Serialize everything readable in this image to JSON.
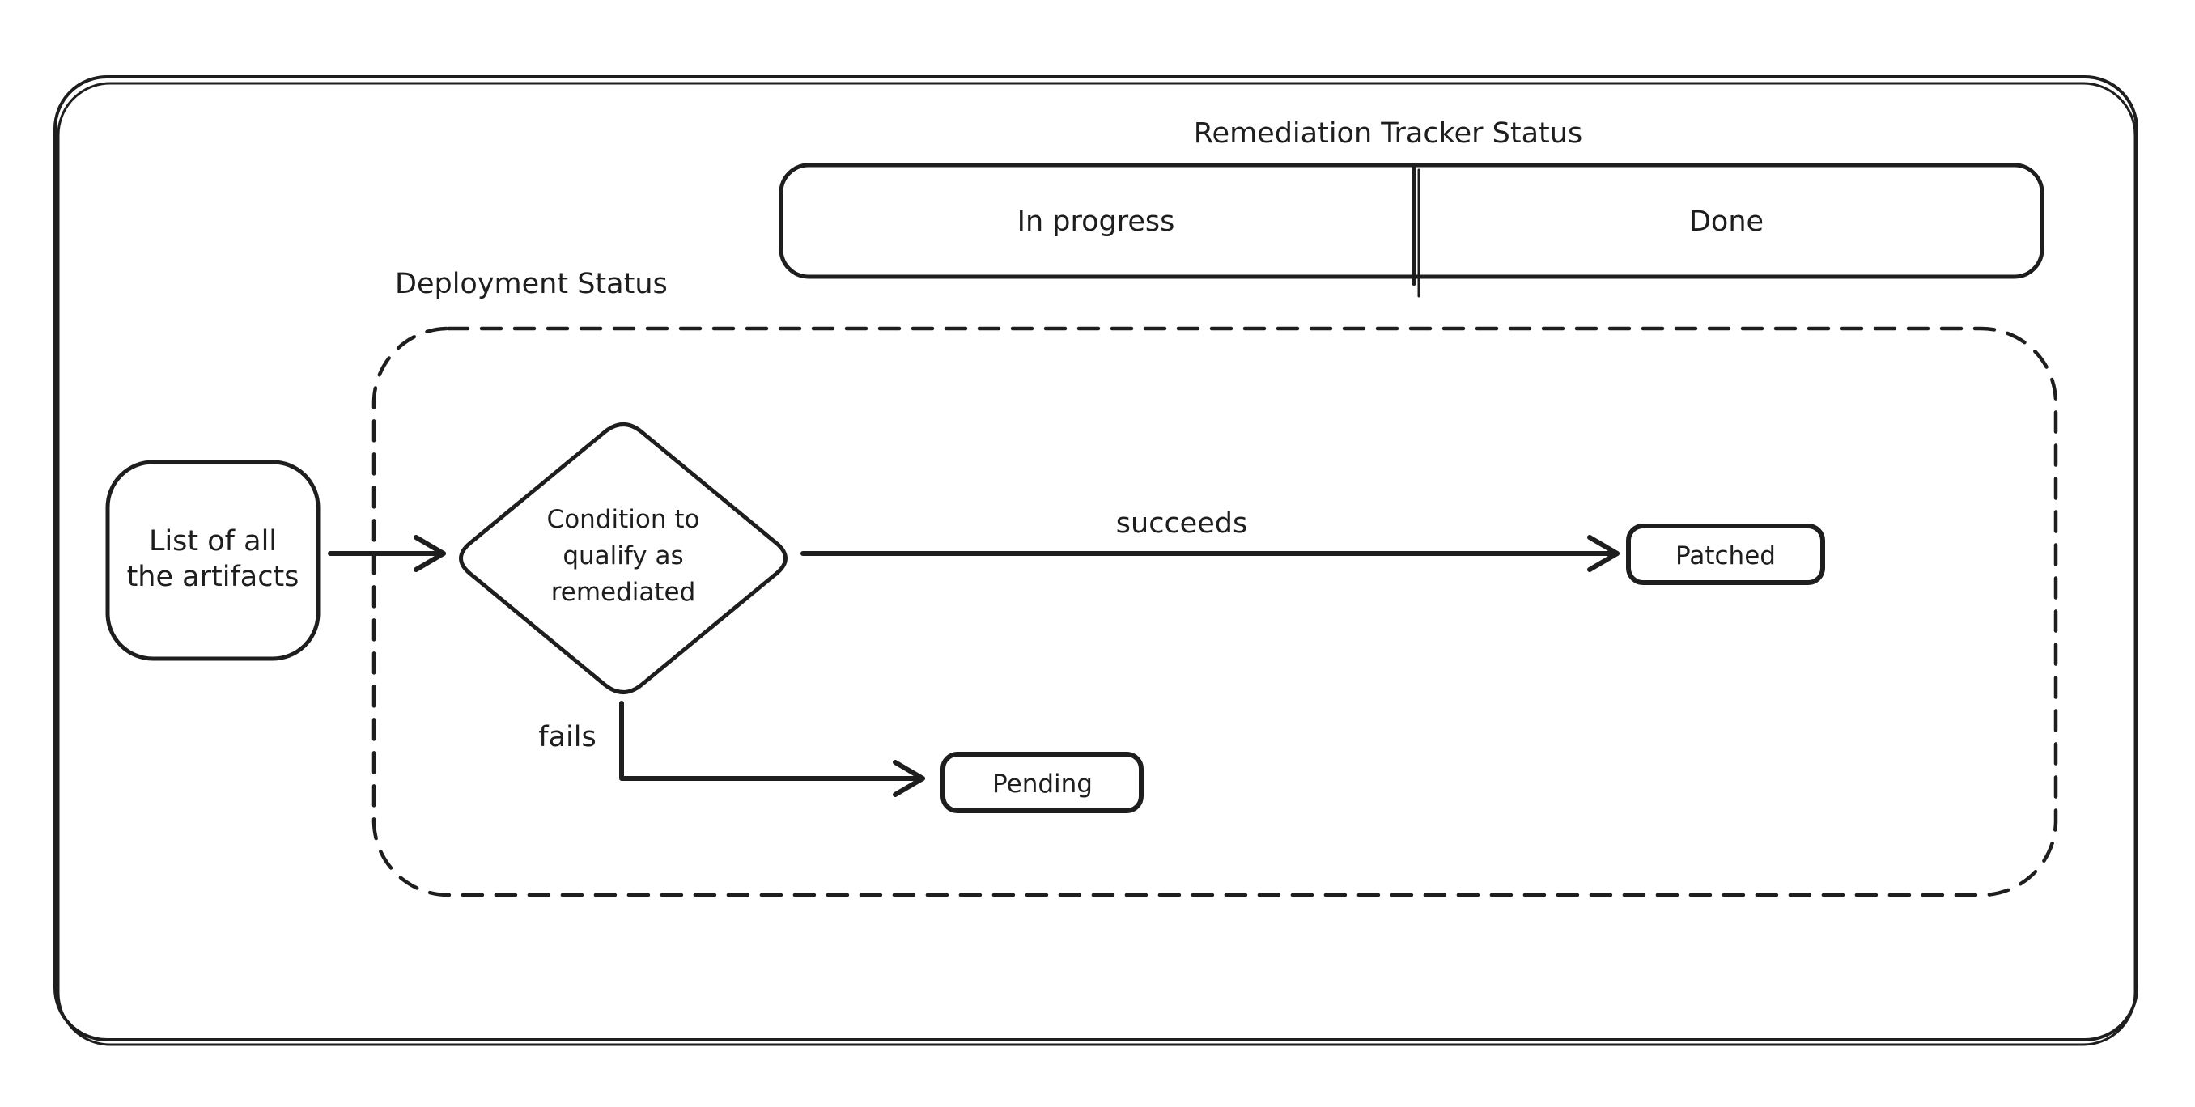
{
  "canvas": {
    "background": "#ffffff",
    "stroke_color": "#1e1e1e"
  },
  "title": "Remediation Tracker Status",
  "tracker_bar": {
    "cells": [
      {
        "label": "In progress"
      },
      {
        "label": "Done"
      }
    ]
  },
  "deployment_group": {
    "label": "Deployment Status"
  },
  "nodes": {
    "artifacts": {
      "lines": [
        "List of all",
        "the artifacts"
      ]
    },
    "condition": {
      "lines": [
        "Condition to",
        "qualify as",
        "remediated"
      ]
    },
    "patched": {
      "label": "Patched"
    },
    "pending": {
      "label": "Pending"
    }
  },
  "edges": {
    "artifacts_to_condition": {
      "label": ""
    },
    "condition_to_patched": {
      "label": "succeeds"
    },
    "condition_to_pending": {
      "label": "fails"
    }
  }
}
